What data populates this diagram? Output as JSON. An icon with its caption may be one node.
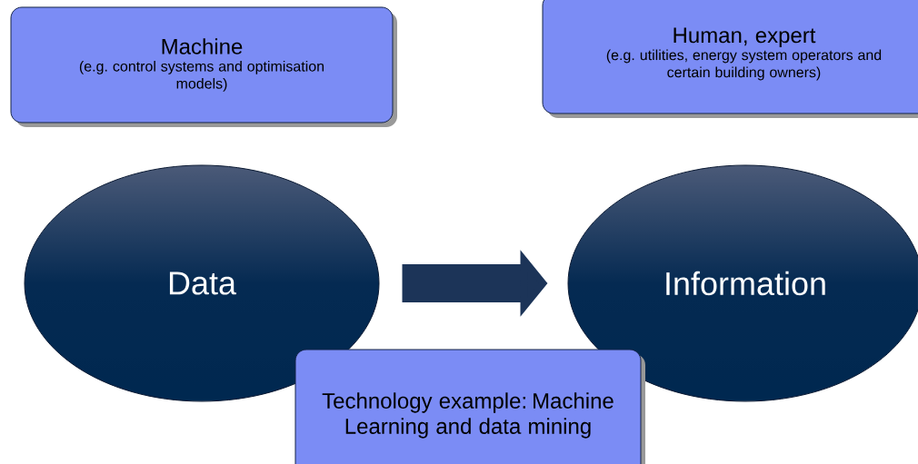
{
  "diagram": {
    "nodes": [
      {
        "text": [
          "Machine",
          "(e.g. control systems and optimisation models)"
        ]
      },
      {
        "text": [
          "Human, expert",
          "(e.g. utilities, energy system operators and certain building owners)"
        ]
      },
      {
        "text": [
          "Data"
        ]
      },
      {
        "text": [
          "Information"
        ]
      },
      {
        "text": [
          "Technology example: Machine Learning and data mining"
        ]
      }
    ],
    "edges": [
      {
        "from": 2,
        "to": 3,
        "arrow": "to"
      }
    ]
  }
}
